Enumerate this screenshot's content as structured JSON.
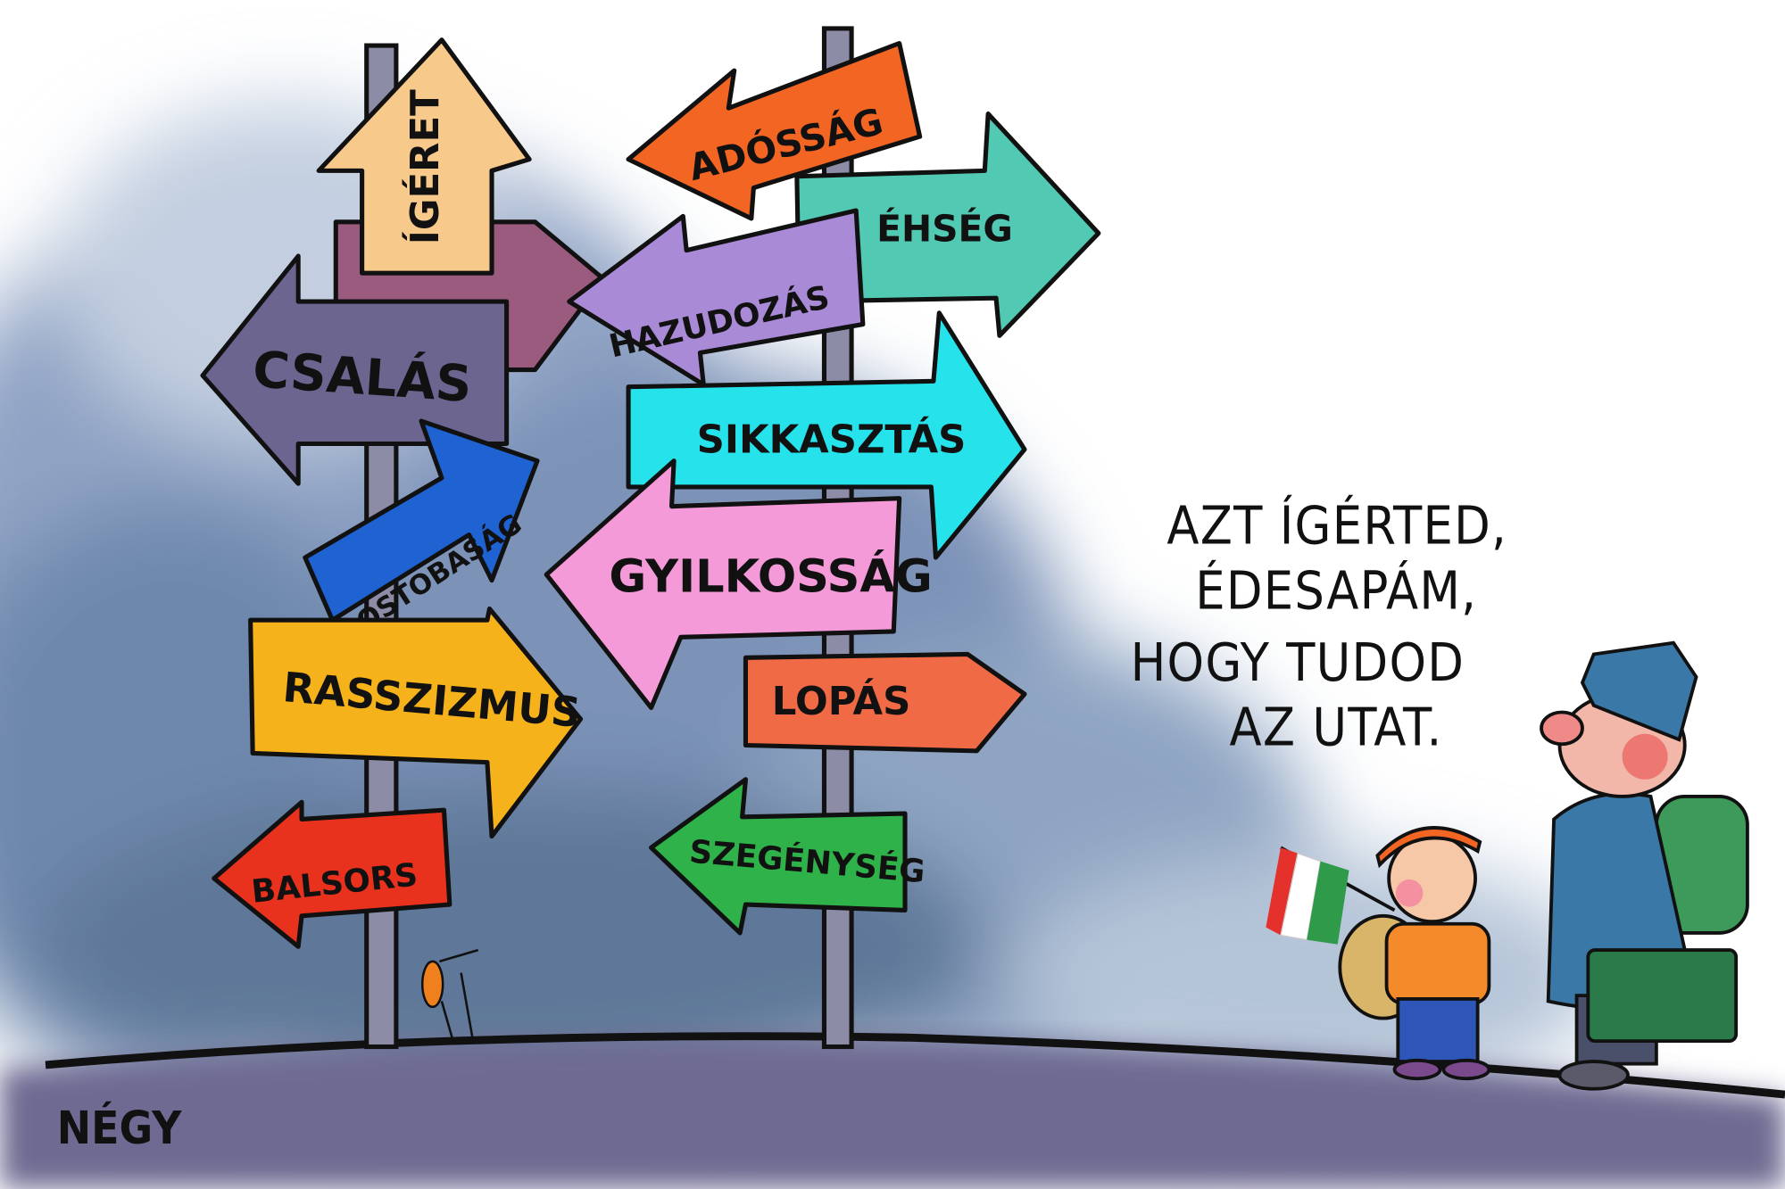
{
  "signs": {
    "igeret": "ÍGÉRET",
    "adossag": "ADÓSSÁG",
    "ehseg": "ÉHSÉG",
    "hazudozas": "HAZUDOZÁS",
    "csalas": "CSALÁS",
    "sikkasztas": "SIKKASZTÁS",
    "ostobasag": "OSTOBASÁG",
    "gyilkossag": "GYILKOSSÁG",
    "rasszizmus": "RASSZIZMUS",
    "lopas": "LOPÁS",
    "balsors": "BALSORS",
    "szegenyseg": "SZEGÉNYSÉG"
  },
  "speech": {
    "line1": "AZT ÍGÉRTED,",
    "line2": "ÉDESAPÁM,",
    "line3": "HOGY TUDOD",
    "line4": "AZ UTAT."
  },
  "signature": "NÉGY",
  "colors": {
    "igeret": "#f7c98a",
    "adossag": "#f26522",
    "ehseg": "#52c9b2",
    "hazudozas": "#a98ad6",
    "csalas": "#6b6590",
    "sikkasztas": "#26e2ea",
    "ostobasag": "#1f62d2",
    "gyilkossag": "#f59ad8",
    "rasszizmus": "#f5b21b",
    "lopas": "#f06a45",
    "balsors": "#e8321e",
    "szegenyseg": "#2fb24a"
  }
}
